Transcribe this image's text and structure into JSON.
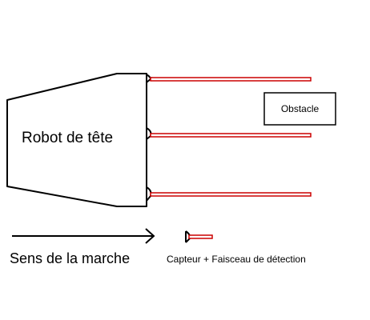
{
  "robot": {
    "label": "Robot de tête"
  },
  "obstacle": {
    "label": "Obstacle"
  },
  "direction": {
    "label": "Sens de la marche"
  },
  "legend": {
    "label": "Capteur + Faisceau de détection"
  },
  "sensor_count": 3,
  "colors": {
    "beam_stroke": "#cc0000",
    "outline": "#000000",
    "background": "#ffffff"
  },
  "icons": {
    "direction_arrow": "right-arrow-icon",
    "legend_sensor": "sensor-beam-icon"
  }
}
